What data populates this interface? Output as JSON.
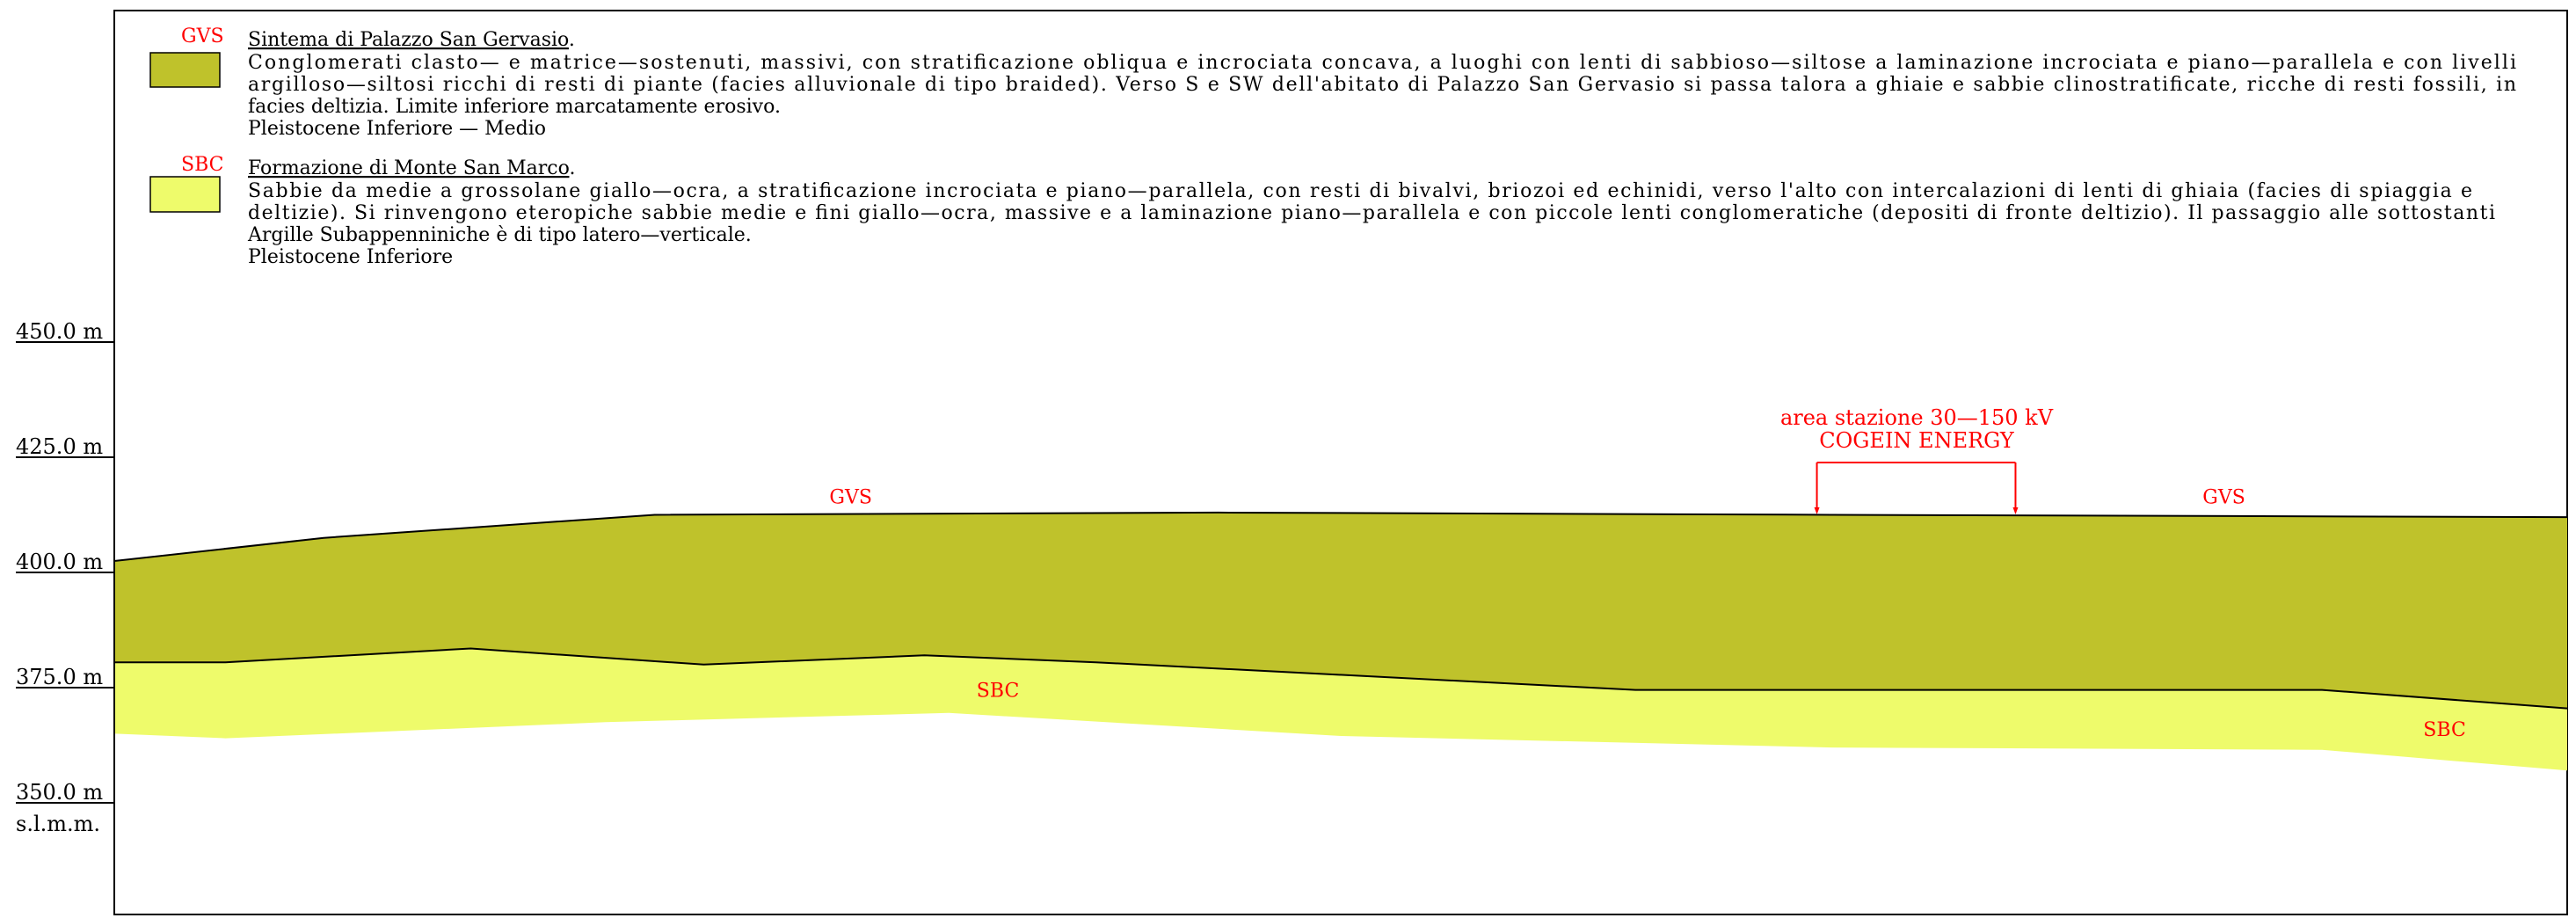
{
  "legend": [
    {
      "code": "GVS",
      "color": "#bfc22b",
      "title": "Sintema di Palazzo San Gervasio",
      "title_suffix": ".",
      "lines": [
        "Conglomerati clasto— e matrice—sostenuti, massivi, con stratificazione obliqua e incrociata concava, a luoghi con lenti di sabbioso—siltose a laminazione incrociata e piano—parallela e con livelli",
        "argilloso—siltosi ricchi di resti di piante (facies alluvionale di tipo braided). Verso S e SW dell'abitato di Palazzo San Gervasio si passa talora a ghiaie e sabbie clinostratificate, ricche di resti fossili, in",
        "facies deltizia. Limite inferiore marcatamente erosivo.",
        "Pleistocene Inferiore — Medio"
      ]
    },
    {
      "code": "SBC",
      "color": "#eefb6b",
      "title": "Formazione di Monte San Marco",
      "title_suffix": ".",
      "lines": [
        "Sabbie da medie a grossolane giallo—ocra, a stratificazione incrociata e piano—parallela, con resti di bivalvi, briozoi ed echinidi, verso l'alto con intercalazioni di lenti di ghiaia (facies di spiaggia e",
        "deltizie). Si rinvengono eteropiche sabbie medie e fini giallo—ocra, massive e a laminazione piano—parallela e con piccole lenti conglomeratiche (depositi di fronte deltizio). Il passaggio alle sottostanti",
        "Argille Subappenniniche è di tipo latero—verticale.",
        "Pleistocene Inferiore"
      ]
    }
  ],
  "elevation_scale": {
    "labels": [
      "450.0  m",
      "425.0  m",
      "400.0  m",
      "375.0  m",
      "350.0  m"
    ],
    "values": [
      450,
      425,
      400,
      375,
      350
    ],
    "datum": "s.l.m.m."
  },
  "section": {
    "horizontal_range": [
      0,
      100
    ],
    "gvs_top": [
      [
        0,
        402.5
      ],
      [
        8.5,
        407.5
      ],
      [
        22,
        412.5
      ],
      [
        45,
        413
      ],
      [
        70,
        412.5
      ],
      [
        100,
        412
      ]
    ],
    "contact": [
      [
        0,
        380.5
      ],
      [
        4.5,
        380.5
      ],
      [
        14.5,
        383.5
      ],
      [
        24,
        380
      ],
      [
        33,
        382
      ],
      [
        40,
        380.5
      ],
      [
        62,
        374.5
      ],
      [
        90,
        374.5
      ],
      [
        100,
        370.5
      ]
    ],
    "sbc_base": [
      [
        0,
        365
      ],
      [
        4.5,
        364
      ],
      [
        20,
        367.5
      ],
      [
        34,
        369.5
      ],
      [
        50,
        364.5
      ],
      [
        70,
        362
      ],
      [
        90,
        361.5
      ],
      [
        100,
        357
      ]
    ],
    "unit_labels": [
      {
        "text": "GVS",
        "x": 30,
        "elev": 415
      },
      {
        "text": "GVS",
        "x": 86,
        "elev": 415
      },
      {
        "text": "SBC",
        "x": 36,
        "elev": 373
      },
      {
        "text": "SBC",
        "x": 95,
        "elev": 364.5
      }
    ]
  },
  "annotation": {
    "line1": "area  stazione  30—150  kV",
    "line2": "COGEIN  ENERGY",
    "x_start": 69.4,
    "x_end": 77.5
  },
  "colors": {
    "gvs": "#bfc22b",
    "sbc": "#eefb6b",
    "annotation": "#ff0000",
    "frame": "#000000"
  }
}
